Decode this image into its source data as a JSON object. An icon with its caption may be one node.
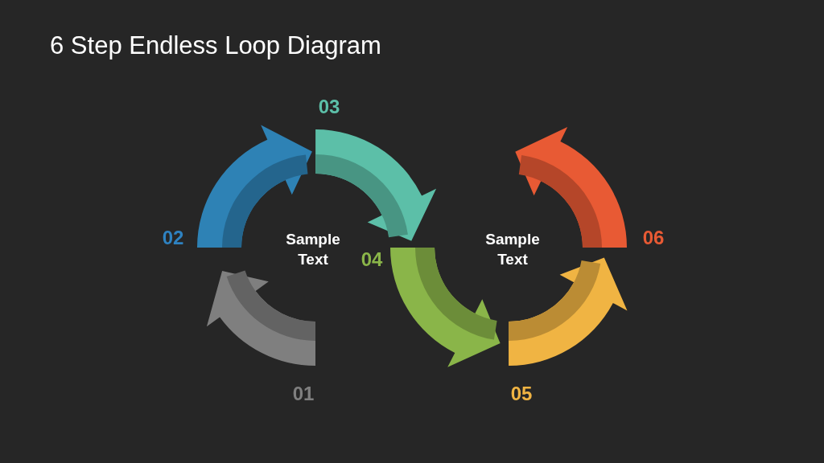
{
  "diagram": {
    "title": "6 Step Endless Loop Diagram",
    "nodes": [
      {
        "text": [
          "01"
        ]
      },
      {
        "text": [
          "02"
        ]
      },
      {
        "text": [
          "03"
        ]
      },
      {
        "text": [
          "04"
        ]
      },
      {
        "text": [
          "05"
        ]
      },
      {
        "text": [
          "06"
        ]
      }
    ],
    "edges": [
      {
        "from": 0,
        "to": 1,
        "arrow": "to",
        "style": "thick",
        "color": "#7f7f7f"
      },
      {
        "from": 1,
        "to": 2,
        "arrow": "to",
        "style": "thick",
        "color": "#2e82b5"
      },
      {
        "from": 2,
        "to": 3,
        "arrow": "to",
        "style": "thick",
        "color": "#5cbfa8"
      },
      {
        "from": 3,
        "to": 4,
        "arrow": "to",
        "style": "thick",
        "color": "#8ab549"
      },
      {
        "from": 4,
        "to": 5,
        "arrow": "to",
        "style": "thick",
        "color": "#f0b443"
      },
      {
        "from": 5,
        "to": null,
        "arrow": "to",
        "style": "thick",
        "color": "#e85a34"
      }
    ],
    "labels": [
      "Sample Text",
      "Sample Text"
    ]
  }
}
